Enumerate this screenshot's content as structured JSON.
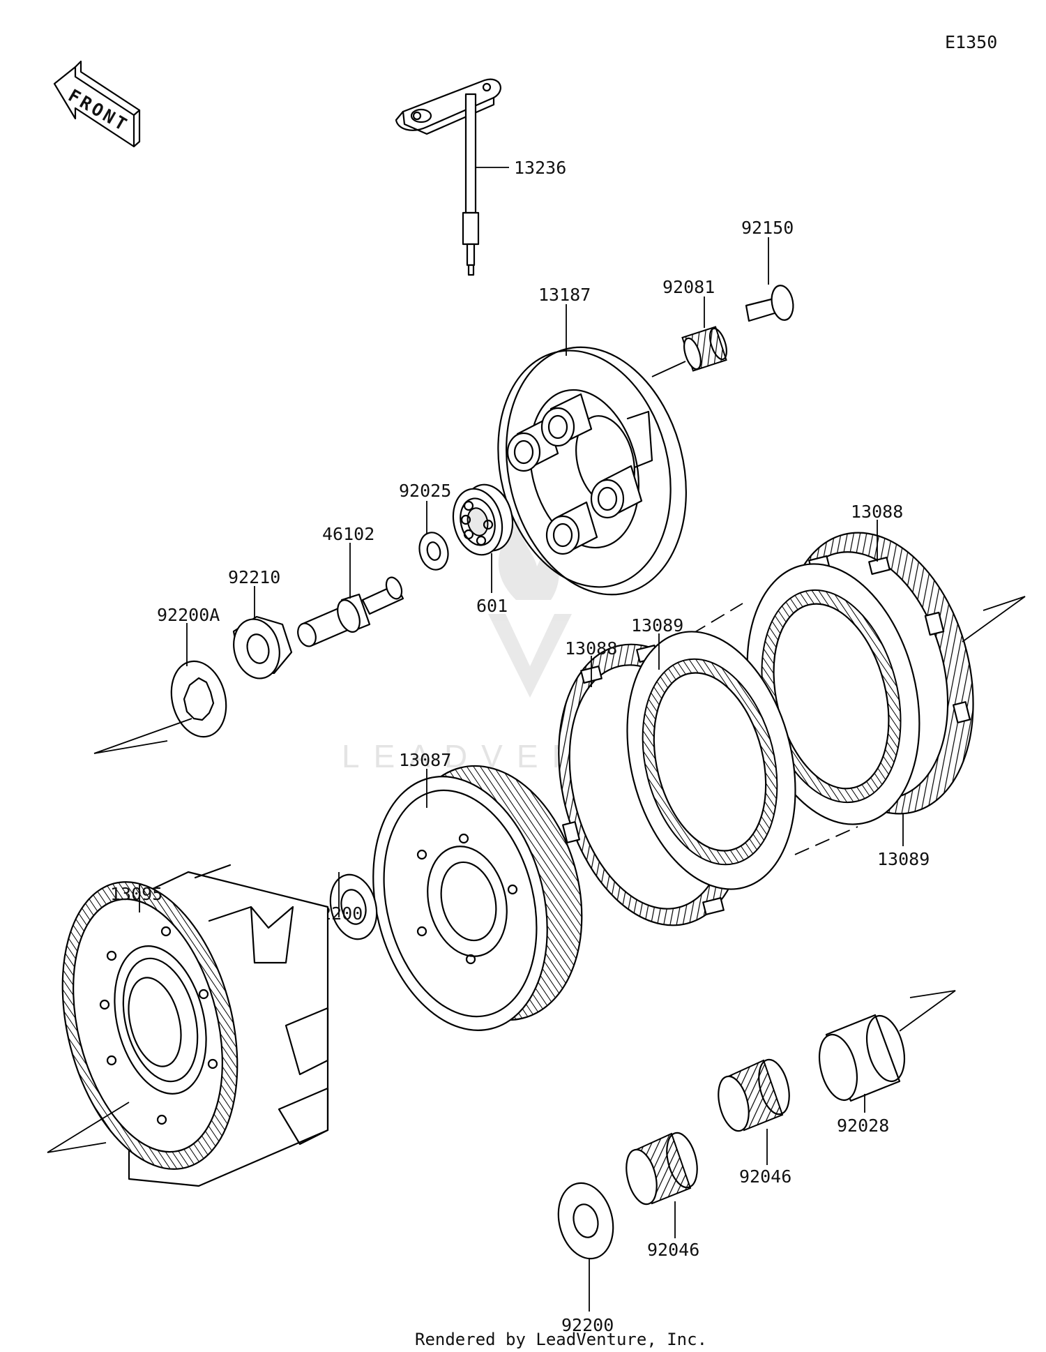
{
  "diagram_code": "E1350",
  "front_label": "FRONT",
  "watermark": "LEADVENTURE",
  "footer": "Rendered by LeadVenture, Inc.",
  "parts": {
    "p13236": "13236",
    "p92150": "92150",
    "p92081": "92081",
    "p13187": "13187",
    "p92025": "92025",
    "p46102": "46102",
    "p92210": "92210",
    "p92200A": "92200A",
    "p601": "601",
    "p13088_top": "13088",
    "p13089_mid": "13089",
    "p13088_mid": "13088",
    "p13087": "13087",
    "p13089_bot": "13089",
    "p13095": "13095",
    "p92200_mid": "92200",
    "p92028": "92028",
    "p92046_right": "92046",
    "p92046_left": "92046",
    "p92200_bot": "92200"
  }
}
